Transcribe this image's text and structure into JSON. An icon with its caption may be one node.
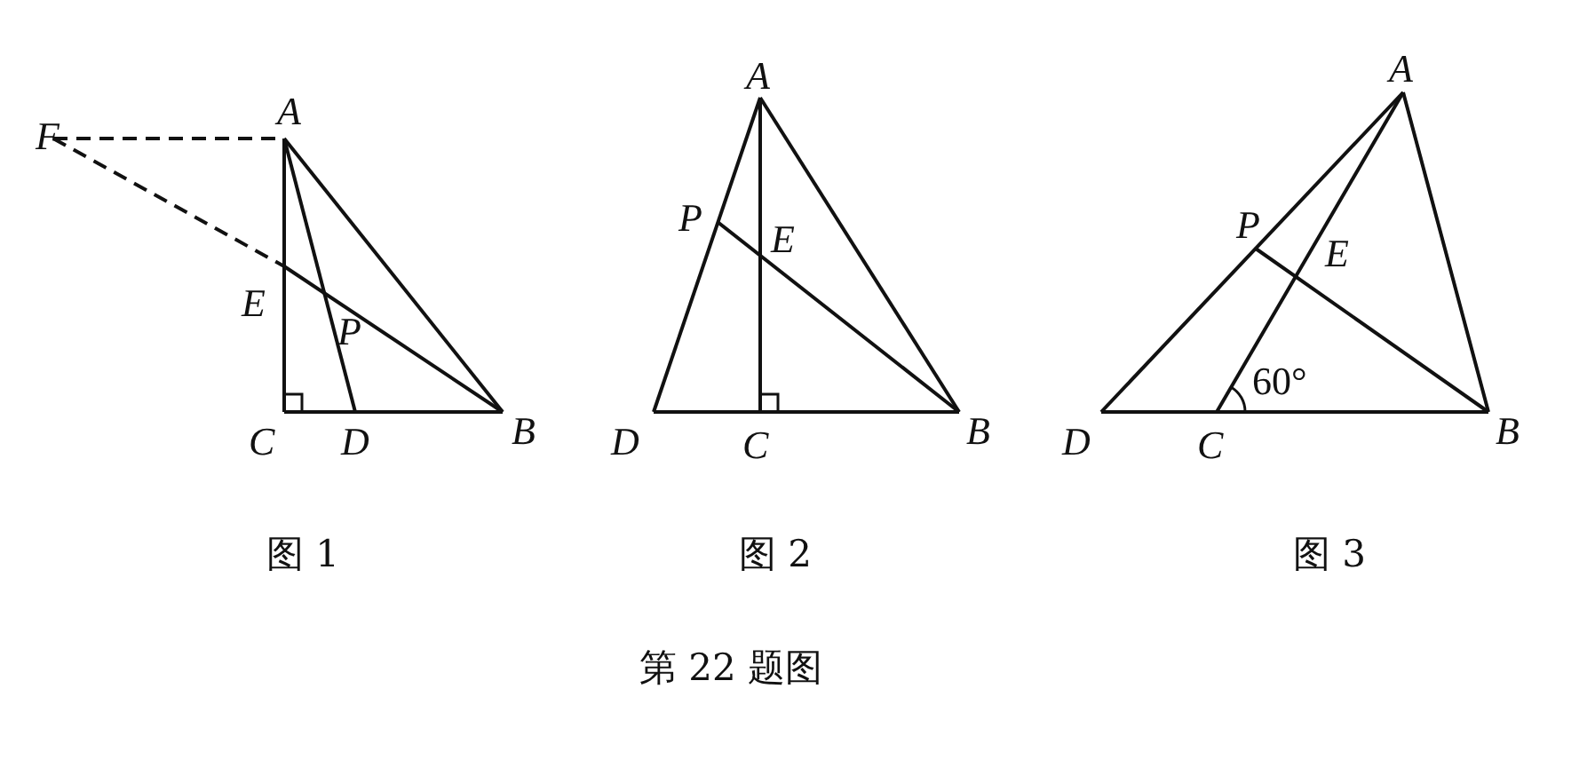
{
  "diagram": {
    "caption": "第 22 题图",
    "labels": [
      "F",
      "A",
      "E",
      "P",
      "C",
      "D",
      "B",
      "A",
      "P",
      "E",
      "D",
      "C",
      "B",
      "A",
      "P",
      "E",
      "60°",
      "D",
      "C",
      "B",
      "图 1",
      "图 2",
      "图 3"
    ]
  }
}
